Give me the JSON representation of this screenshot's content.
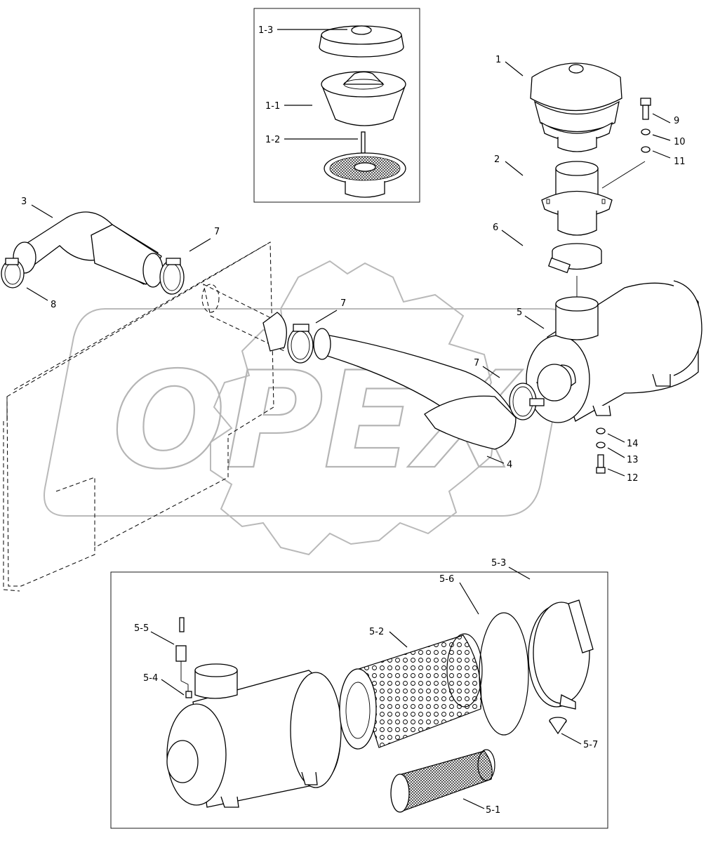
{
  "watermark": {
    "text": "OPEX"
  },
  "corner_mark": "",
  "callouts": [
    {
      "id": "c-1-3",
      "text": "1-3"
    },
    {
      "id": "c-1-1",
      "text": "1-1"
    },
    {
      "id": "c-1-2",
      "text": "1-2"
    },
    {
      "id": "c-1",
      "text": "1"
    },
    {
      "id": "c-2",
      "text": "2"
    },
    {
      "id": "c-9",
      "text": "9"
    },
    {
      "id": "c-10",
      "text": "10"
    },
    {
      "id": "c-11",
      "text": "11"
    },
    {
      "id": "c-3",
      "text": "3"
    },
    {
      "id": "c-7a",
      "text": "7"
    },
    {
      "id": "c-6",
      "text": "6"
    },
    {
      "id": "c-8",
      "text": "8"
    },
    {
      "id": "c-7b",
      "text": "7"
    },
    {
      "id": "c-5",
      "text": "5"
    },
    {
      "id": "c-7c",
      "text": "7"
    },
    {
      "id": "c-14",
      "text": "14"
    },
    {
      "id": "c-13",
      "text": "13"
    },
    {
      "id": "c-4",
      "text": "4"
    },
    {
      "id": "c-12",
      "text": "12"
    },
    {
      "id": "c-5-3",
      "text": "5-3"
    },
    {
      "id": "c-5-6",
      "text": "5-6"
    },
    {
      "id": "c-5-5",
      "text": "5-5"
    },
    {
      "id": "c-5-2",
      "text": "5-2"
    },
    {
      "id": "c-5-4",
      "text": "5-4"
    },
    {
      "id": "c-5-7",
      "text": "5-7"
    },
    {
      "id": "c-5-1",
      "text": "5-1"
    }
  ]
}
